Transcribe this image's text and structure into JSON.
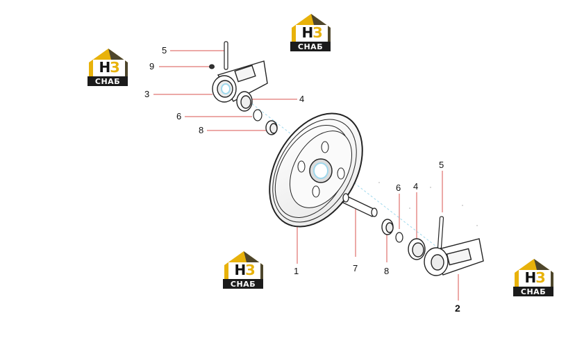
{
  "logo": {
    "letters_h": "H",
    "letters_3": "З",
    "caption": "СНАБ"
  },
  "callouts": [
    {
      "id": "c5a",
      "text": "5"
    },
    {
      "id": "c9",
      "text": "9"
    },
    {
      "id": "c3",
      "text": "3"
    },
    {
      "id": "c4a",
      "text": "4"
    },
    {
      "id": "c6a",
      "text": "6"
    },
    {
      "id": "c8a",
      "text": "8"
    },
    {
      "id": "c5b",
      "text": "5"
    },
    {
      "id": "c6b",
      "text": "6"
    },
    {
      "id": "c4b",
      "text": "4"
    },
    {
      "id": "c1",
      "text": "1"
    },
    {
      "id": "c7",
      "text": "7"
    },
    {
      "id": "c8b",
      "text": "8"
    },
    {
      "id": "c2",
      "text": "2"
    }
  ],
  "colors": {
    "leader": "#d9534f",
    "outline": "#222222",
    "accent": "#e8b20b",
    "glow": "#9fd8ec"
  }
}
